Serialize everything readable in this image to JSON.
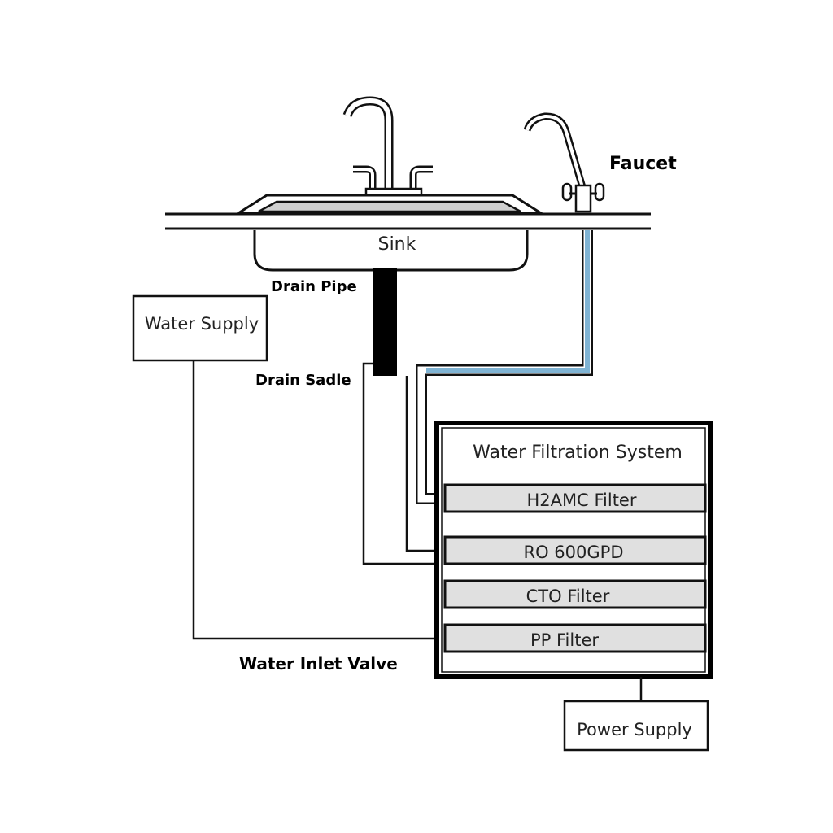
{
  "diagram": {
    "labels": {
      "faucet": "Faucet",
      "sink": "Sink",
      "drain_pipe": "Drain Pipe",
      "drain_saddle": "Drain Sadle",
      "water_supply": "Water Supply",
      "water_inlet_valve": "Water Inlet Valve",
      "filtration_system": "Water Filtration System",
      "power_supply": "Power Supply"
    },
    "filters": [
      {
        "label": "H2AMC Filter"
      },
      {
        "label": "RO 600GPD"
      },
      {
        "label": "CTO Filter"
      },
      {
        "label": "PP Filter"
      }
    ],
    "colors": {
      "line": "#111111",
      "filtered_water": "#7fb3d3",
      "filter_fill": "#e0e0e0",
      "basin_fill": "#cfcfcf"
    }
  }
}
